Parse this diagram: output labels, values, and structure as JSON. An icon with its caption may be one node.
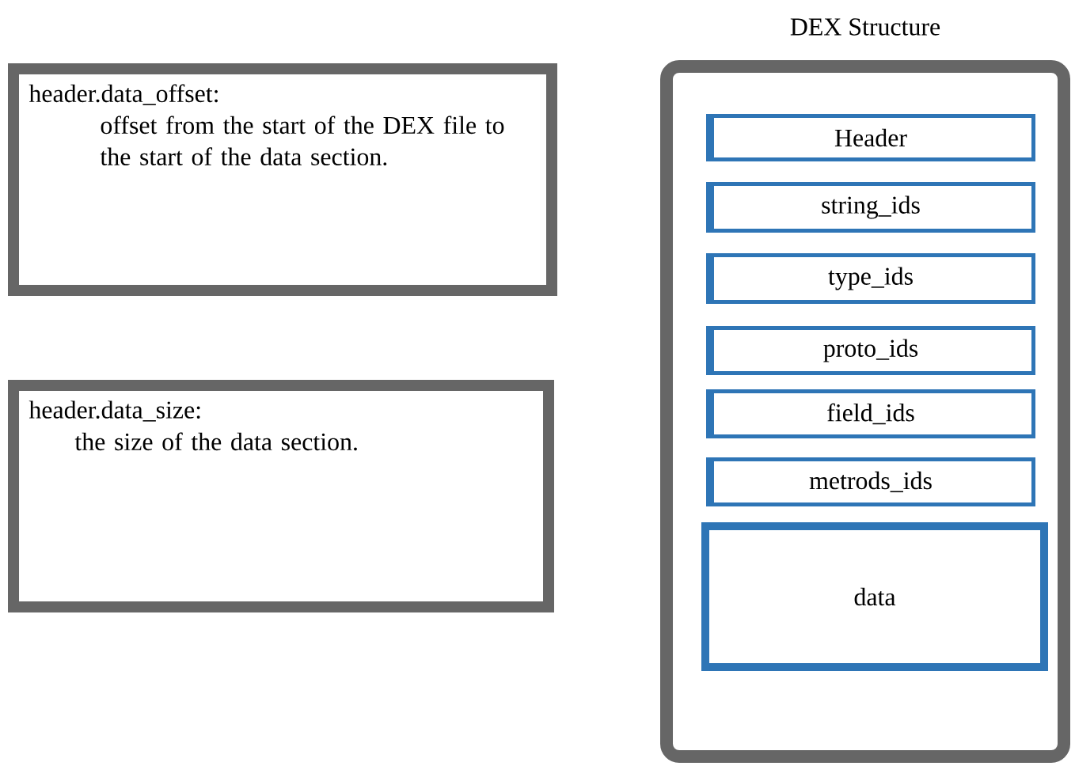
{
  "diagram": {
    "nodes": [
      {
        "text": [
          "header.data_offset:",
          "offset from the start of the DEX file to the start of the data section."
        ]
      },
      {
        "text": [
          "header.data_size:",
          "the size of the data section."
        ]
      },
      {
        "text": [
          "DEX Structure"
        ]
      },
      {
        "text": [
          "Header"
        ],
        "in": 2
      },
      {
        "text": [
          "string_ids"
        ],
        "in": 2
      },
      {
        "text": [
          "type_ids"
        ],
        "in": 2
      },
      {
        "text": [
          "proto_ids"
        ],
        "in": 2
      },
      {
        "text": [
          "field_ids"
        ],
        "in": 2
      },
      {
        "text": [
          "metrods_ids"
        ],
        "in": 2
      },
      {
        "text": [
          "data"
        ],
        "in": 2
      }
    ]
  }
}
